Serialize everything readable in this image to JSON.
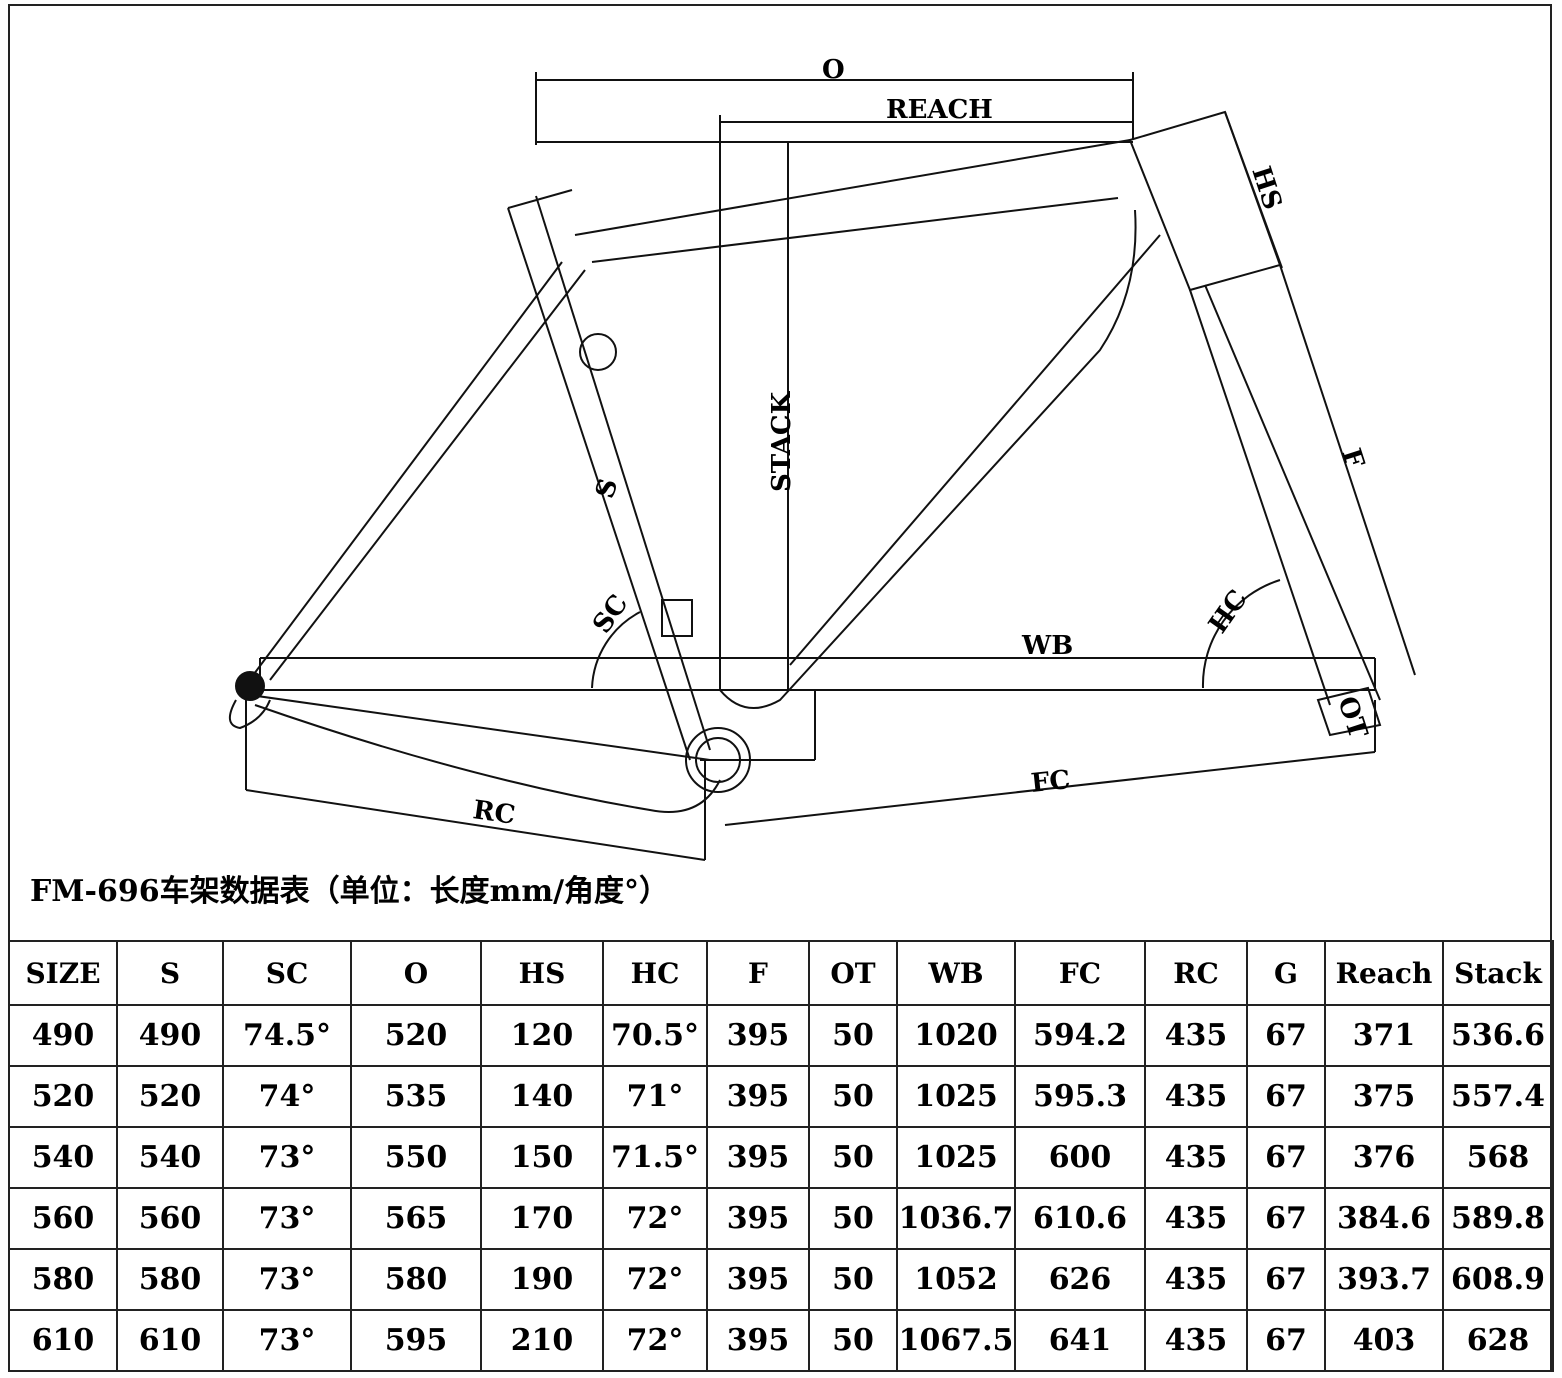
{
  "diagram": {
    "labels": {
      "o": "O",
      "reach": "REACH",
      "stack": "STACK",
      "hs": "HS",
      "f": "F",
      "s": "S",
      "sc": "SC",
      "hc": "HC",
      "wb": "WB",
      "ot": "OT",
      "fc": "FC",
      "rc": "RC"
    }
  },
  "title": "FM-696车架数据表（单位：长度mm/角度°）",
  "table": {
    "headers": [
      "SIZE",
      "S",
      "SC",
      "O",
      "HS",
      "HC",
      "F",
      "OT",
      "WB",
      "FC",
      "RC",
      "G",
      "Reach",
      "Stack"
    ],
    "rows": [
      [
        "490",
        "490",
        "74.5°",
        "520",
        "120",
        "70.5°",
        "395",
        "50",
        "1020",
        "594.2",
        "435",
        "67",
        "371",
        "536.6"
      ],
      [
        "520",
        "520",
        "74°",
        "535",
        "140",
        "71°",
        "395",
        "50",
        "1025",
        "595.3",
        "435",
        "67",
        "375",
        "557.4"
      ],
      [
        "540",
        "540",
        "73°",
        "550",
        "150",
        "71.5°",
        "395",
        "50",
        "1025",
        "600",
        "435",
        "67",
        "376",
        "568"
      ],
      [
        "560",
        "560",
        "73°",
        "565",
        "170",
        "72°",
        "395",
        "50",
        "1036.7",
        "610.6",
        "435",
        "67",
        "384.6",
        "589.8"
      ],
      [
        "580",
        "580",
        "73°",
        "580",
        "190",
        "72°",
        "395",
        "50",
        "1052",
        "626",
        "435",
        "67",
        "393.7",
        "608.9"
      ],
      [
        "610",
        "610",
        "73°",
        "595",
        "210",
        "72°",
        "395",
        "50",
        "1067.5",
        "641",
        "435",
        "67",
        "403",
        "628"
      ]
    ]
  }
}
